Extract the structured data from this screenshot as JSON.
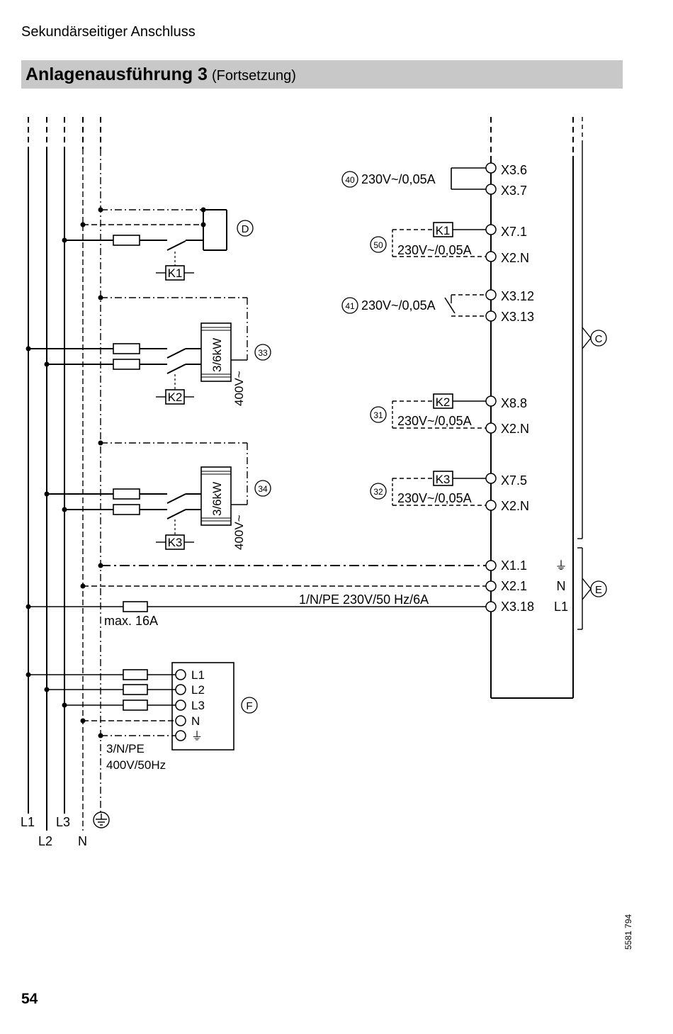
{
  "header": {
    "section": "Sekundärseitiger Anschluss",
    "title": "Anlagenausführung 3",
    "title_suffix": "(Fortsetzung)"
  },
  "footer": {
    "page_number": "54",
    "doc_number": "5581 794"
  },
  "supply_lines": {
    "L1": "L1",
    "L2": "L2",
    "L3": "L3",
    "N": "N",
    "PE": "⏚"
  },
  "components": {
    "D": "D",
    "C": "C",
    "E": "E",
    "F": "F"
  },
  "heaters": {
    "h33": {
      "marker": "33",
      "power": "3/6kW",
      "voltage": "400V~",
      "relay": "K2"
    },
    "h34": {
      "marker": "34",
      "power": "3/6kW",
      "voltage": "400V~",
      "relay": "K3"
    },
    "relay_D": "K1"
  },
  "terminals": {
    "t40": {
      "marker": "40",
      "rating": "230V~/0,05A",
      "a": "X3.6",
      "b": "X3.7"
    },
    "t50": {
      "marker": "50",
      "relay": "K1",
      "rating": "230V~/0,05A",
      "a": "X7.1",
      "b": "X2.N"
    },
    "t41": {
      "marker": "41",
      "rating": "230V~/0,05A",
      "a": "X3.12",
      "b": "X3.13"
    },
    "t31": {
      "marker": "31",
      "relay": "K2",
      "rating": "230V~/0,05A",
      "a": "X8.8",
      "b": "X2.N"
    },
    "t32": {
      "marker": "32",
      "relay": "K3",
      "rating": "230V~/0,05A",
      "a": "X7.5",
      "b": "X2.N"
    }
  },
  "power_supply": {
    "x11": "X1.1",
    "x21": "X2.1",
    "x318": "X3.18",
    "pe": "⏚",
    "n": "N",
    "l1": "L1",
    "rating": "1/N/PE 230V/50 Hz/6A",
    "fuse": "max. 16A"
  },
  "box_F": {
    "l1": "L1",
    "l2": "L2",
    "l3": "L3",
    "n": "N",
    "pe": "⏚",
    "supply1": "3/N/PE",
    "supply2": "400V/50Hz"
  }
}
